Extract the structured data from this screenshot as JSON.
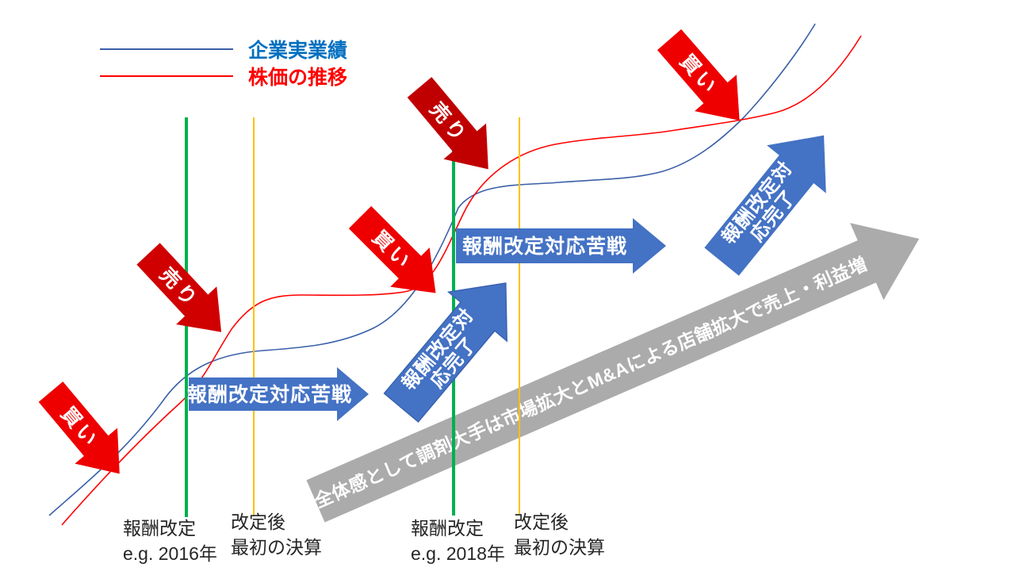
{
  "legend": {
    "performance": {
      "label": "企業実業績",
      "color": "#0070C0"
    },
    "stock": {
      "label": "株価の推移",
      "color": "#FF0000"
    }
  },
  "arrows": {
    "sell": "売り",
    "buy": "買い",
    "struggle": "報酬改定対応苦戦",
    "complete_line1": "報酬改定対",
    "complete_line2": "応完了",
    "overall": "全体感として調剤大手は市場拡大とM&Aによる店舗拡大で売上・利益増"
  },
  "colors": {
    "sell_arrow_1": "#D00000",
    "sell_arrow_2": "#C00000",
    "buy_arrow": "#EE0000",
    "blue_arrow": "#4472C4",
    "blue_arrow_edge": "#3A62B0",
    "gray_arrow": "#ABABAB",
    "revision_line": "#00B050",
    "settlement_line": "#FFC000",
    "performance_curve": "#3A5FA8",
    "stock_curve": "#FF0000"
  },
  "milestones": [
    {
      "line1": "報酬改定",
      "line2": "e.g. 2016年"
    },
    {
      "line1": "改定後",
      "line2": "最初の決算"
    },
    {
      "line1": "報酬改定",
      "line2": "e.g. 2018年"
    },
    {
      "line1": "改定後",
      "line2": "最初の決算"
    }
  ]
}
